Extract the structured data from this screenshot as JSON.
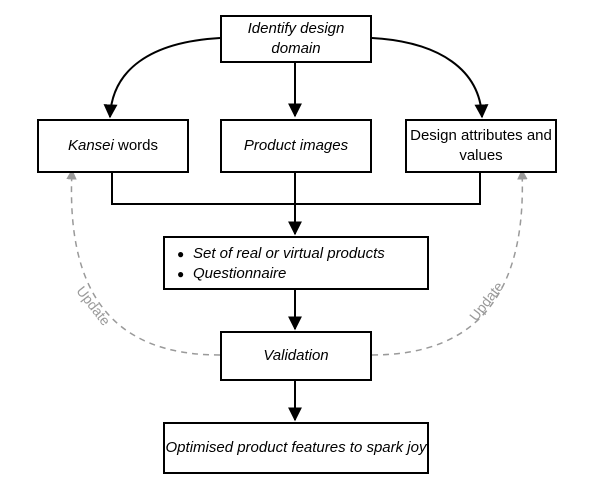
{
  "nodes": {
    "identify": "Identify design domain",
    "kansei_italic": "Kansei",
    "kansei_rest": " words",
    "product_images": "Product images",
    "design_attributes": "Design attributes and values",
    "set_items": [
      "Set of real or virtual products",
      "Questionnaire"
    ],
    "validation": "Validation",
    "optimised": "Optimised product features to spark joy"
  },
  "feedback": {
    "left_label": "Update",
    "right_label": "Update"
  },
  "colors": {
    "line": "#000000",
    "feedback_line": "#9a9a9a"
  }
}
